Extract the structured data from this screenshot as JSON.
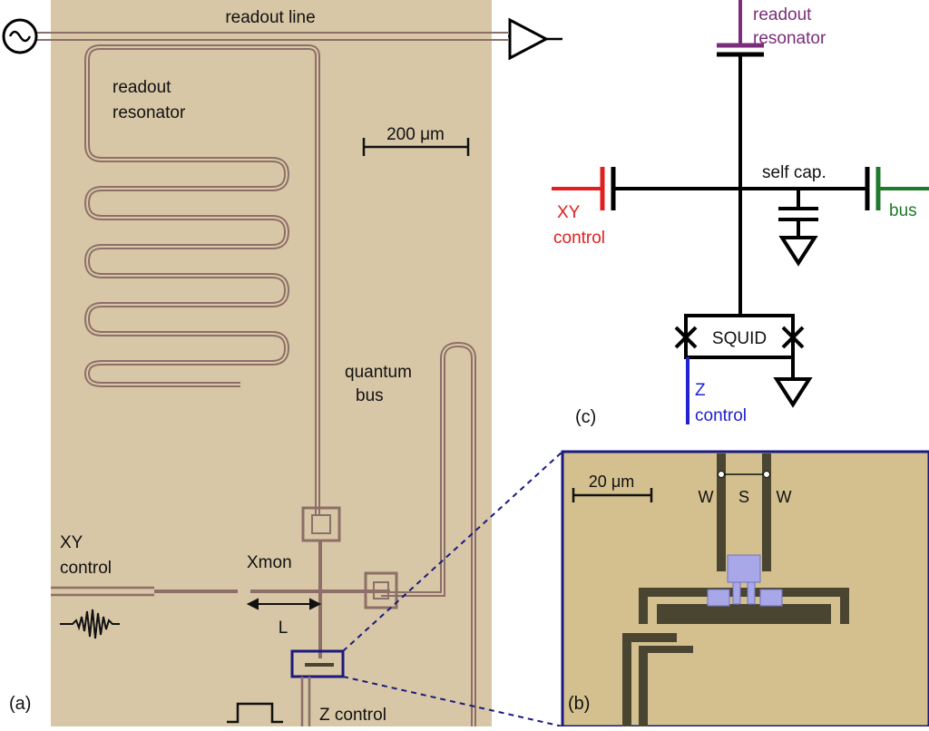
{
  "panel_a": {
    "readout_line": "readout line",
    "readout_resonator_1": "readout",
    "readout_resonator_2": "resonator",
    "scale": "200 μm",
    "quantum_bus_1": "quantum",
    "quantum_bus_2": "bus",
    "xy_control_1": "XY",
    "xy_control_2": "control",
    "xmon": "Xmon",
    "length": "L",
    "z_control": "Z control",
    "panel_label": "(a)"
  },
  "panel_b": {
    "scale": "20 μm",
    "w_left": "W",
    "s": "S",
    "w_right": "W",
    "panel_label": "(b)"
  },
  "panel_c": {
    "readout_resonator_1": "readout",
    "readout_resonator_2": "resonator",
    "self_cap": "self cap.",
    "xy_control_1": "XY",
    "xy_control_2": "control",
    "bus": "bus",
    "squid": "SQUID",
    "z_control_1": "Z",
    "z_control_2": "control",
    "panel_label": "(c)"
  },
  "colors": {
    "chip_background": "#d8c7a6",
    "metal_trace": "#8c6f68",
    "readout": "#7b2d7b",
    "xy": "#e02020",
    "bus": "#1d7a2a",
    "z": "#2020d0",
    "dark_metal": "#4a4530",
    "junction": "#a8a8e8"
  }
}
